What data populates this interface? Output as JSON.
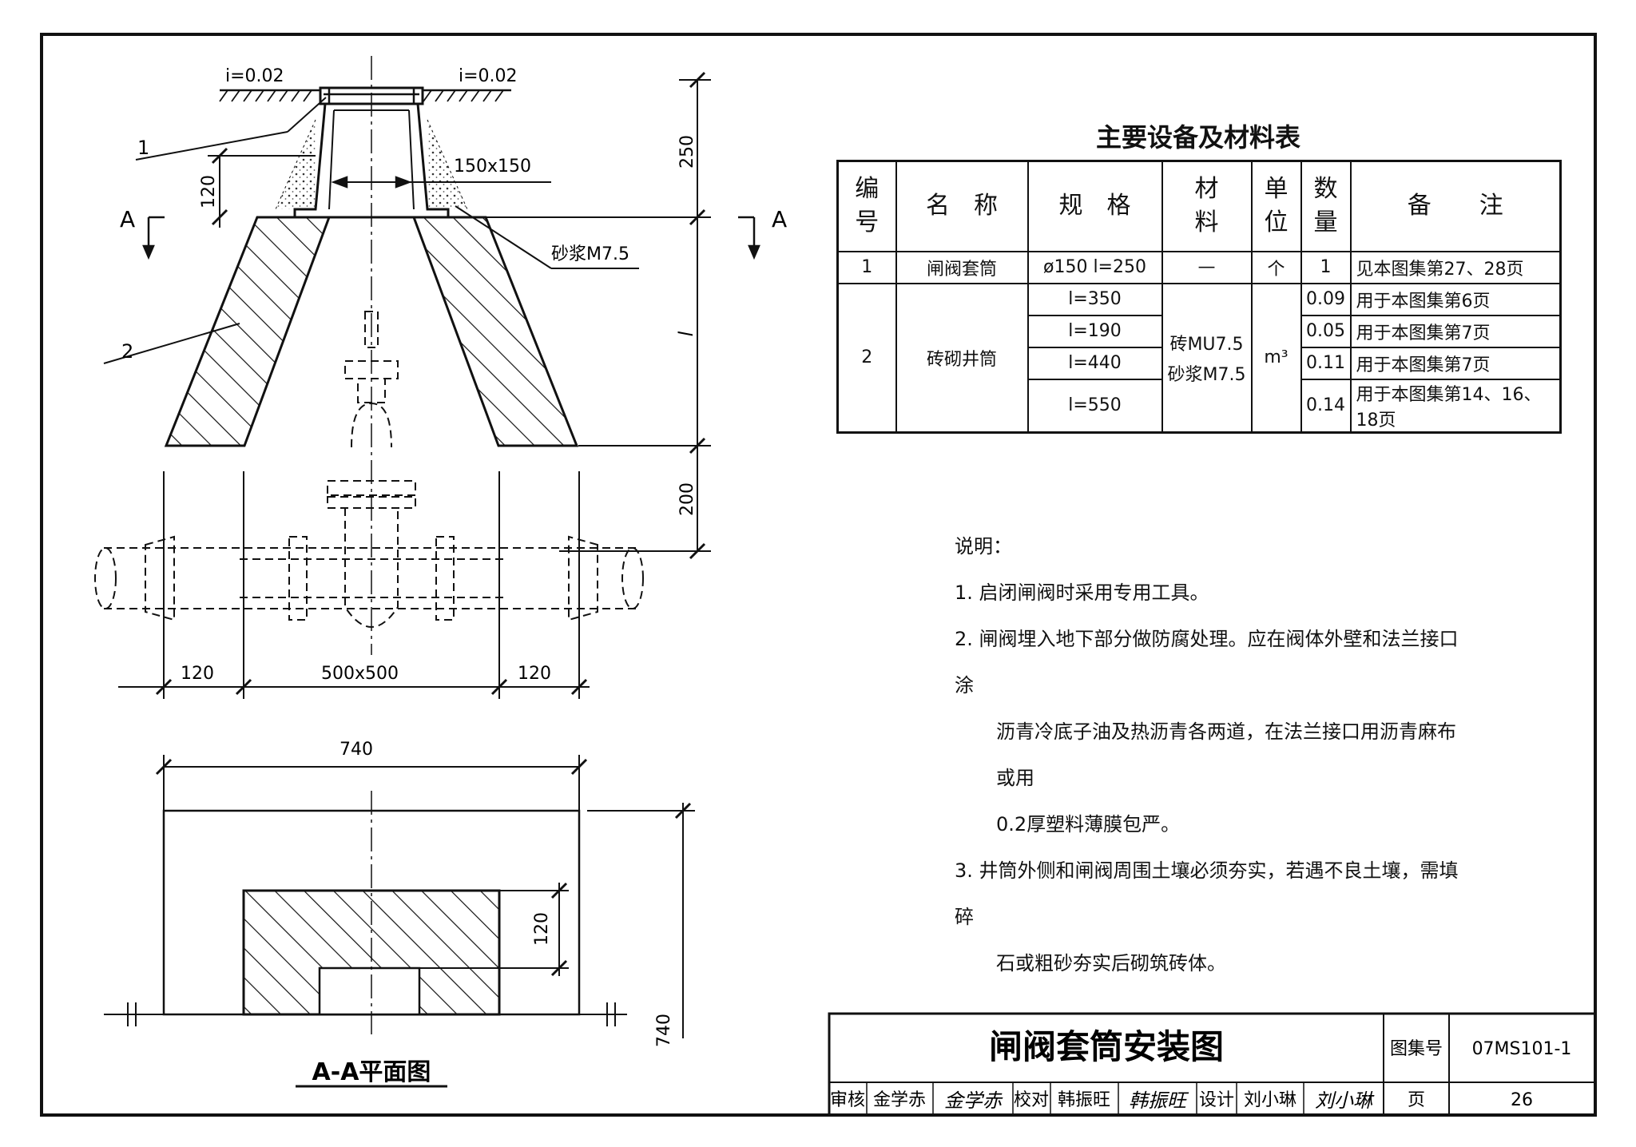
{
  "section": {
    "slope_left": "i=0.02",
    "slope_right": "i=0.02",
    "label_1": "1",
    "label_2": "2",
    "dim_250": "250",
    "dim_l": "l",
    "dim_200": "200",
    "dim_120_v": "120",
    "dim_150x150": "150x150",
    "mortar_label": "砂浆M7.5",
    "section_mark_left": "A",
    "section_mark_right": "A",
    "dim_120_left": "120",
    "dim_500x500": "500x500",
    "dim_120_right": "120"
  },
  "plan": {
    "dim_740_top": "740",
    "dim_740_right": "740",
    "dim_120": "120",
    "title": "A-A平面图"
  },
  "materials_table": {
    "title": "主要设备及材料表",
    "headers": {
      "no_1": "编",
      "no_2": "号",
      "name": "名　称",
      "spec": "规　格",
      "material_1": "材",
      "material_2": "料",
      "unit_1": "单",
      "unit_2": "位",
      "qty_1": "数",
      "qty_2": "量",
      "remark": "备　　注"
    },
    "row1": {
      "no": "1",
      "name": "闸阀套筒",
      "spec": "ø150  l=250",
      "material": "—",
      "unit": "个",
      "qty": "1",
      "remark": "见本图集第27、28页"
    },
    "row2": {
      "no": "2",
      "name": "砖砌井筒",
      "material_1": "砖MU7.5",
      "material_2": "砂浆M7.5",
      "unit": "m³",
      "subrows": [
        {
          "spec": "l=350",
          "qty": "0.09",
          "remark": "用于本图集第6页"
        },
        {
          "spec": "l=190",
          "qty": "0.05",
          "remark": "用于本图集第7页"
        },
        {
          "spec": "l=440",
          "qty": "0.11",
          "remark": "用于本图集第7页"
        },
        {
          "spec": "l=550",
          "qty": "0.14",
          "remark": "用于本图集第14、16、18页"
        }
      ]
    }
  },
  "notes": {
    "heading": "说明：",
    "n1": "1. 启闭闸阀时采用专用工具。",
    "n2a": "2. 闸阀埋入地下部分做防腐处理。应在阀体外壁和法兰接口涂",
    "n2b": "沥青冷底子油及热沥青各两道，在法兰接口用沥青麻布或用",
    "n2c": "0.2厚塑料薄膜包严。",
    "n3a": "3. 井筒外侧和闸阀周围土壤必须夯实，若遇不良土壤，需填碎",
    "n3b": "石或粗砂夯实后砌筑砖体。"
  },
  "title_block": {
    "drawing_title": "闸阀套筒安装图",
    "atlas_label": "图集号",
    "atlas_no": "07MS101-1",
    "review_label": "审核",
    "review_name": "金学赤",
    "review_signature": "金学赤",
    "check_label": "校对",
    "check_name": "韩振旺",
    "check_signature": "韩振旺",
    "design_label": "设计",
    "design_name": "刘小琳",
    "design_signature": "刘小琳",
    "page_label": "页",
    "page_no": "26"
  }
}
